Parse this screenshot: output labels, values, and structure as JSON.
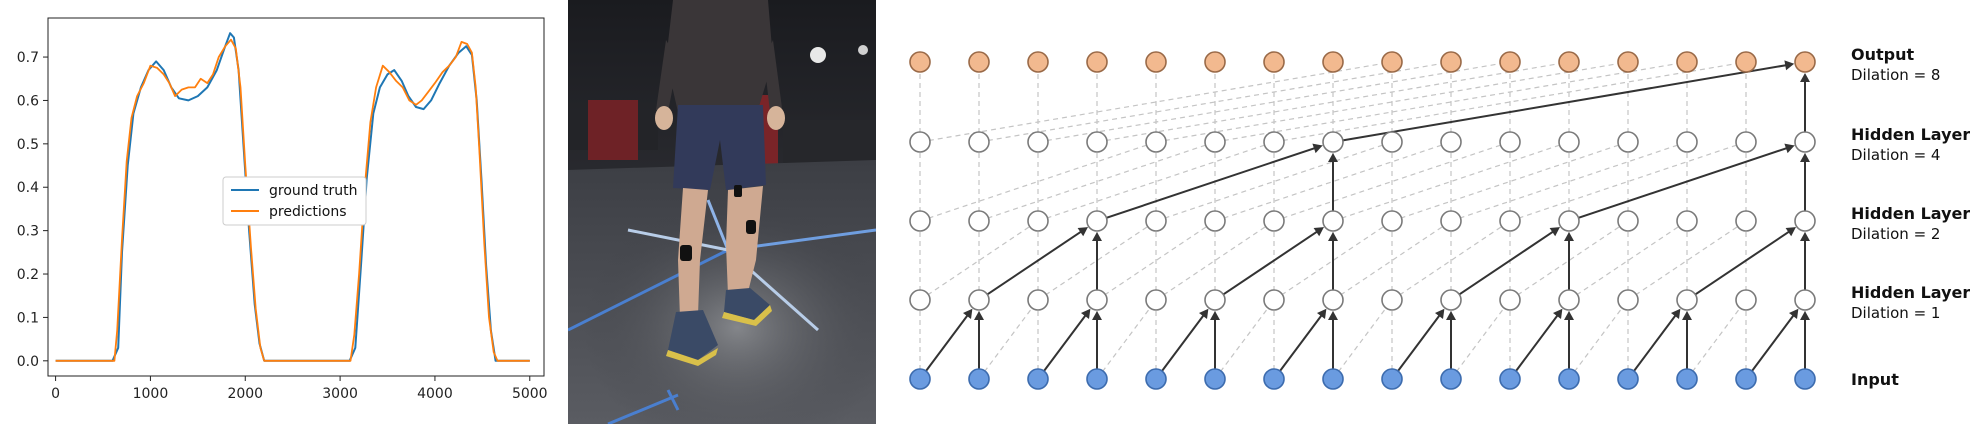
{
  "chart_data": {
    "type": "line",
    "xlim": [
      -80,
      5150
    ],
    "ylim": [
      -0.035,
      0.79
    ],
    "xticks": [
      0,
      1000,
      2000,
      3000,
      4000,
      5000
    ],
    "xtick_labels": [
      "0",
      "1000",
      "2000",
      "3000",
      "4000",
      "5000"
    ],
    "yticks": [
      0.0,
      0.1,
      0.2,
      0.3,
      0.4,
      0.5,
      0.6,
      0.7
    ],
    "ytick_labels": [
      "0.0",
      "0.1",
      "0.2",
      "0.3",
      "0.4",
      "0.5",
      "0.6",
      "0.7"
    ],
    "grid": false,
    "legend_position": "center",
    "legend": [
      "ground truth",
      "predictions"
    ],
    "series": [
      {
        "name": "ground truth",
        "color": "#1f77b4",
        "points": [
          [
            0,
            0
          ],
          [
            600,
            0
          ],
          [
            660,
            0.03
          ],
          [
            700,
            0.25
          ],
          [
            760,
            0.45
          ],
          [
            820,
            0.57
          ],
          [
            900,
            0.63
          ],
          [
            980,
            0.67
          ],
          [
            1060,
            0.69
          ],
          [
            1140,
            0.67
          ],
          [
            1220,
            0.63
          ],
          [
            1300,
            0.605
          ],
          [
            1400,
            0.6
          ],
          [
            1500,
            0.61
          ],
          [
            1600,
            0.63
          ],
          [
            1700,
            0.67
          ],
          [
            1780,
            0.72
          ],
          [
            1840,
            0.755
          ],
          [
            1880,
            0.745
          ],
          [
            1930,
            0.67
          ],
          [
            1980,
            0.5
          ],
          [
            2040,
            0.3
          ],
          [
            2100,
            0.13
          ],
          [
            2150,
            0.04
          ],
          [
            2200,
            0
          ],
          [
            3100,
            0
          ],
          [
            3160,
            0.03
          ],
          [
            3220,
            0.22
          ],
          [
            3280,
            0.42
          ],
          [
            3350,
            0.57
          ],
          [
            3420,
            0.63
          ],
          [
            3500,
            0.66
          ],
          [
            3570,
            0.67
          ],
          [
            3650,
            0.645
          ],
          [
            3720,
            0.61
          ],
          [
            3800,
            0.585
          ],
          [
            3880,
            0.58
          ],
          [
            3960,
            0.6
          ],
          [
            4050,
            0.64
          ],
          [
            4150,
            0.68
          ],
          [
            4250,
            0.71
          ],
          [
            4330,
            0.725
          ],
          [
            4390,
            0.705
          ],
          [
            4440,
            0.6
          ],
          [
            4490,
            0.42
          ],
          [
            4540,
            0.22
          ],
          [
            4590,
            0.07
          ],
          [
            4640,
            0
          ],
          [
            5000,
            0
          ]
        ]
      },
      {
        "name": "predictions",
        "color": "#ff7f0e",
        "points": [
          [
            0,
            0
          ],
          [
            620,
            0
          ],
          [
            650,
            0.07
          ],
          [
            700,
            0.28
          ],
          [
            750,
            0.46
          ],
          [
            800,
            0.56
          ],
          [
            860,
            0.61
          ],
          [
            930,
            0.64
          ],
          [
            1000,
            0.68
          ],
          [
            1070,
            0.675
          ],
          [
            1140,
            0.66
          ],
          [
            1200,
            0.64
          ],
          [
            1260,
            0.61
          ],
          [
            1330,
            0.625
          ],
          [
            1400,
            0.63
          ],
          [
            1470,
            0.63
          ],
          [
            1530,
            0.65
          ],
          [
            1600,
            0.64
          ],
          [
            1660,
            0.66
          ],
          [
            1720,
            0.7
          ],
          [
            1790,
            0.725
          ],
          [
            1850,
            0.74
          ],
          [
            1900,
            0.72
          ],
          [
            1950,
            0.63
          ],
          [
            2000,
            0.45
          ],
          [
            2060,
            0.26
          ],
          [
            2110,
            0.12
          ],
          [
            2160,
            0.03
          ],
          [
            2200,
            0
          ],
          [
            3110,
            0
          ],
          [
            3150,
            0.06
          ],
          [
            3200,
            0.2
          ],
          [
            3260,
            0.4
          ],
          [
            3320,
            0.55
          ],
          [
            3380,
            0.63
          ],
          [
            3450,
            0.68
          ],
          [
            3520,
            0.665
          ],
          [
            3590,
            0.645
          ],
          [
            3660,
            0.63
          ],
          [
            3730,
            0.6
          ],
          [
            3800,
            0.59
          ],
          [
            3860,
            0.6
          ],
          [
            3930,
            0.62
          ],
          [
            4000,
            0.64
          ],
          [
            4080,
            0.665
          ],
          [
            4150,
            0.68
          ],
          [
            4220,
            0.7
          ],
          [
            4280,
            0.735
          ],
          [
            4340,
            0.73
          ],
          [
            4390,
            0.71
          ],
          [
            4430,
            0.63
          ],
          [
            4470,
            0.48
          ],
          [
            4520,
            0.27
          ],
          [
            4570,
            0.1
          ],
          [
            4620,
            0.02
          ],
          [
            4660,
            0
          ],
          [
            5000,
            0
          ]
        ]
      }
    ]
  },
  "photo": {
    "label": "person-standing-with-leg-sensors"
  },
  "diagram": {
    "node_count": 16,
    "layers": [
      {
        "key": "output",
        "title": "Output",
        "subtitle": "Dilation = 8",
        "dilation": 8,
        "fill": "#f2b98f",
        "stroke": "#9a6a48"
      },
      {
        "key": "hidden3",
        "title": "Hidden Layer",
        "subtitle": "Dilation = 4",
        "dilation": 4,
        "fill": "#ffffff",
        "stroke": "#7a7a7a"
      },
      {
        "key": "hidden2",
        "title": "Hidden Layer",
        "subtitle": "Dilation = 2",
        "dilation": 2,
        "fill": "#ffffff",
        "stroke": "#7a7a7a"
      },
      {
        "key": "hidden1",
        "title": "Hidden Layer",
        "subtitle": "Dilation = 1",
        "dilation": 1,
        "fill": "#ffffff",
        "stroke": "#7a7a7a"
      },
      {
        "key": "input",
        "title": "Input",
        "subtitle": "",
        "dilation": 0,
        "fill": "#6a9be0",
        "stroke": "#3d6cae"
      }
    ],
    "colors": {
      "active_edge": "#333333",
      "inactive_edge": "#c4c4c4"
    }
  }
}
